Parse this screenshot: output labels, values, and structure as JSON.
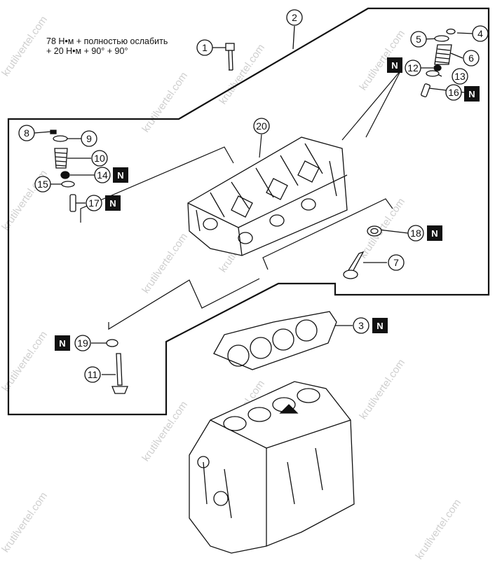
{
  "torque_note": {
    "line1": "78 Н•м + полностью ослабить",
    "line2": "+ 20 Н•м + 90° + 90°"
  },
  "callouts": [
    {
      "id": "c1",
      "number": "1"
    },
    {
      "id": "c2",
      "number": "2"
    },
    {
      "id": "c3",
      "number": "3"
    },
    {
      "id": "c4",
      "number": "4"
    },
    {
      "id": "c5",
      "number": "5"
    },
    {
      "id": "c6",
      "number": "6"
    },
    {
      "id": "c7",
      "number": "7"
    },
    {
      "id": "c8",
      "number": "8"
    },
    {
      "id": "c9",
      "number": "9"
    },
    {
      "id": "c10",
      "number": "10"
    },
    {
      "id": "c11",
      "number": "11"
    },
    {
      "id": "c12",
      "number": "12"
    },
    {
      "id": "c13",
      "number": "13"
    },
    {
      "id": "c14",
      "number": "14"
    },
    {
      "id": "c15",
      "number": "15"
    },
    {
      "id": "c16",
      "number": "16"
    },
    {
      "id": "c17",
      "number": "17"
    },
    {
      "id": "c18",
      "number": "18"
    },
    {
      "id": "c19",
      "number": "19"
    },
    {
      "id": "c20",
      "number": "20"
    }
  ],
  "new_part_marker": "N",
  "watermark": "krutilvertel.com",
  "colors": {
    "ink": "#111111",
    "n_box": "#111111",
    "watermark": "#cfcfcf",
    "background": "#ffffff"
  }
}
